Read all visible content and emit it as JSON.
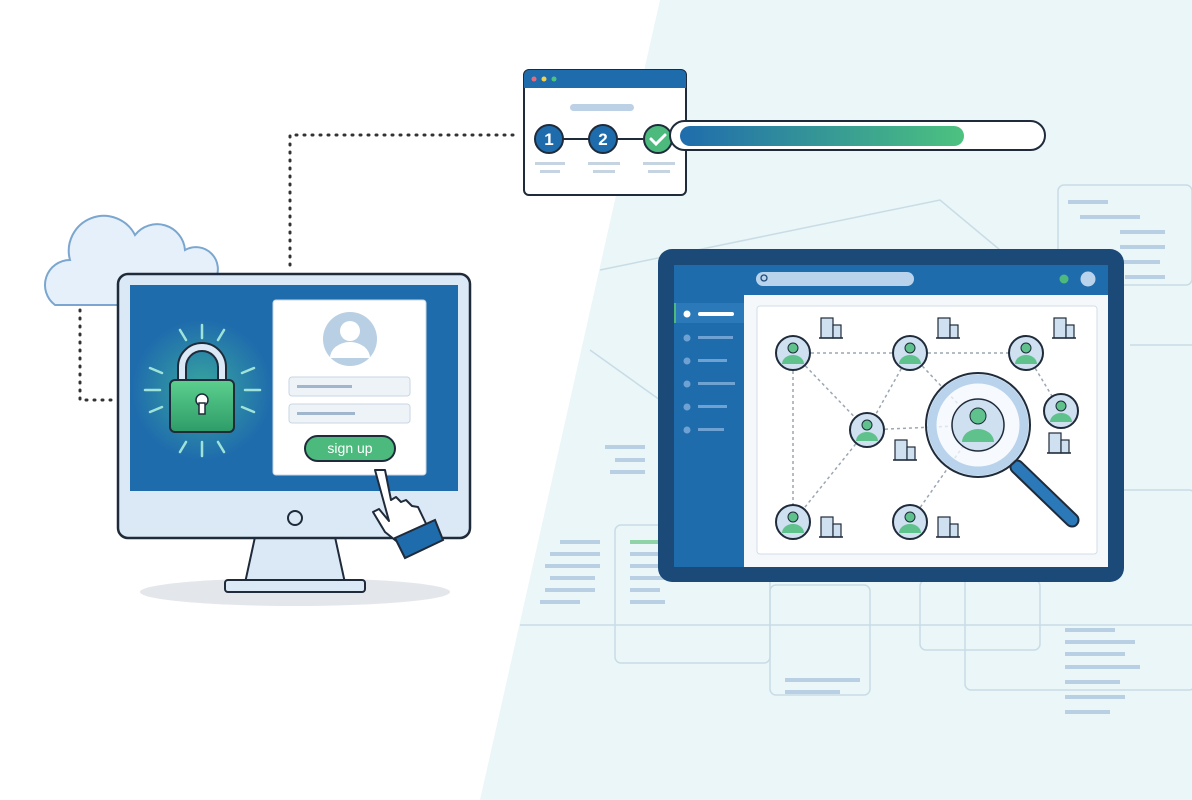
{
  "stepper": {
    "steps": [
      "1",
      "2"
    ],
    "final_step_icon": "checkmark-icon",
    "progress_percent": 80
  },
  "login": {
    "button_label": "sign up",
    "avatar_icon": "user-avatar-icon"
  },
  "network": {
    "node_icon": "person-icon",
    "company_icon": "building-icon",
    "search_icon": "magnifier-icon"
  },
  "colors": {
    "primary": "#1f6cad",
    "dark": "#1b4a78",
    "accent_green": "#4cba7c",
    "light_blue": "#cfe0f1",
    "bg_tint": "#eaf6f7"
  }
}
